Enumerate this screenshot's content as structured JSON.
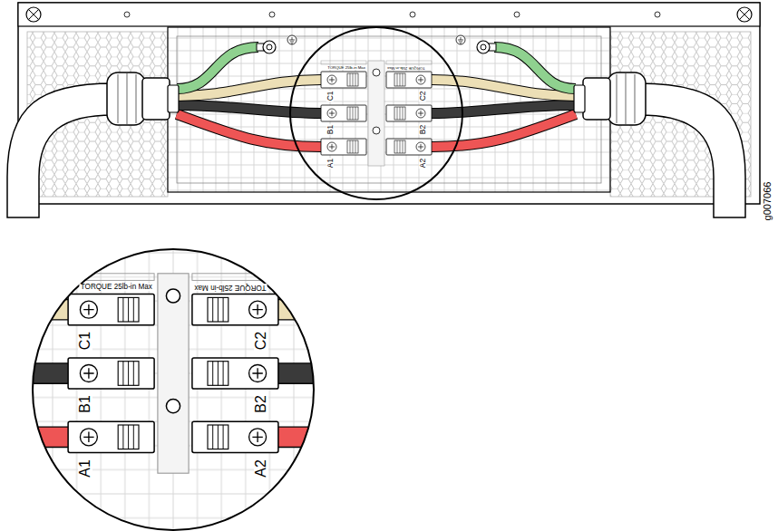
{
  "diagram": {
    "labels": [
      "TORQUE 25lb-in Max",
      "TORQUE 25lb-in Max",
      "C1",
      "C2",
      "B1",
      "B2",
      "A1",
      "A2",
      "TORQUE 25lb-in Max",
      "TORQUE 25lb-in Max",
      "C1",
      "C2",
      "B1",
      "B2",
      "A1",
      "A2",
      "g007066"
    ]
  }
}
